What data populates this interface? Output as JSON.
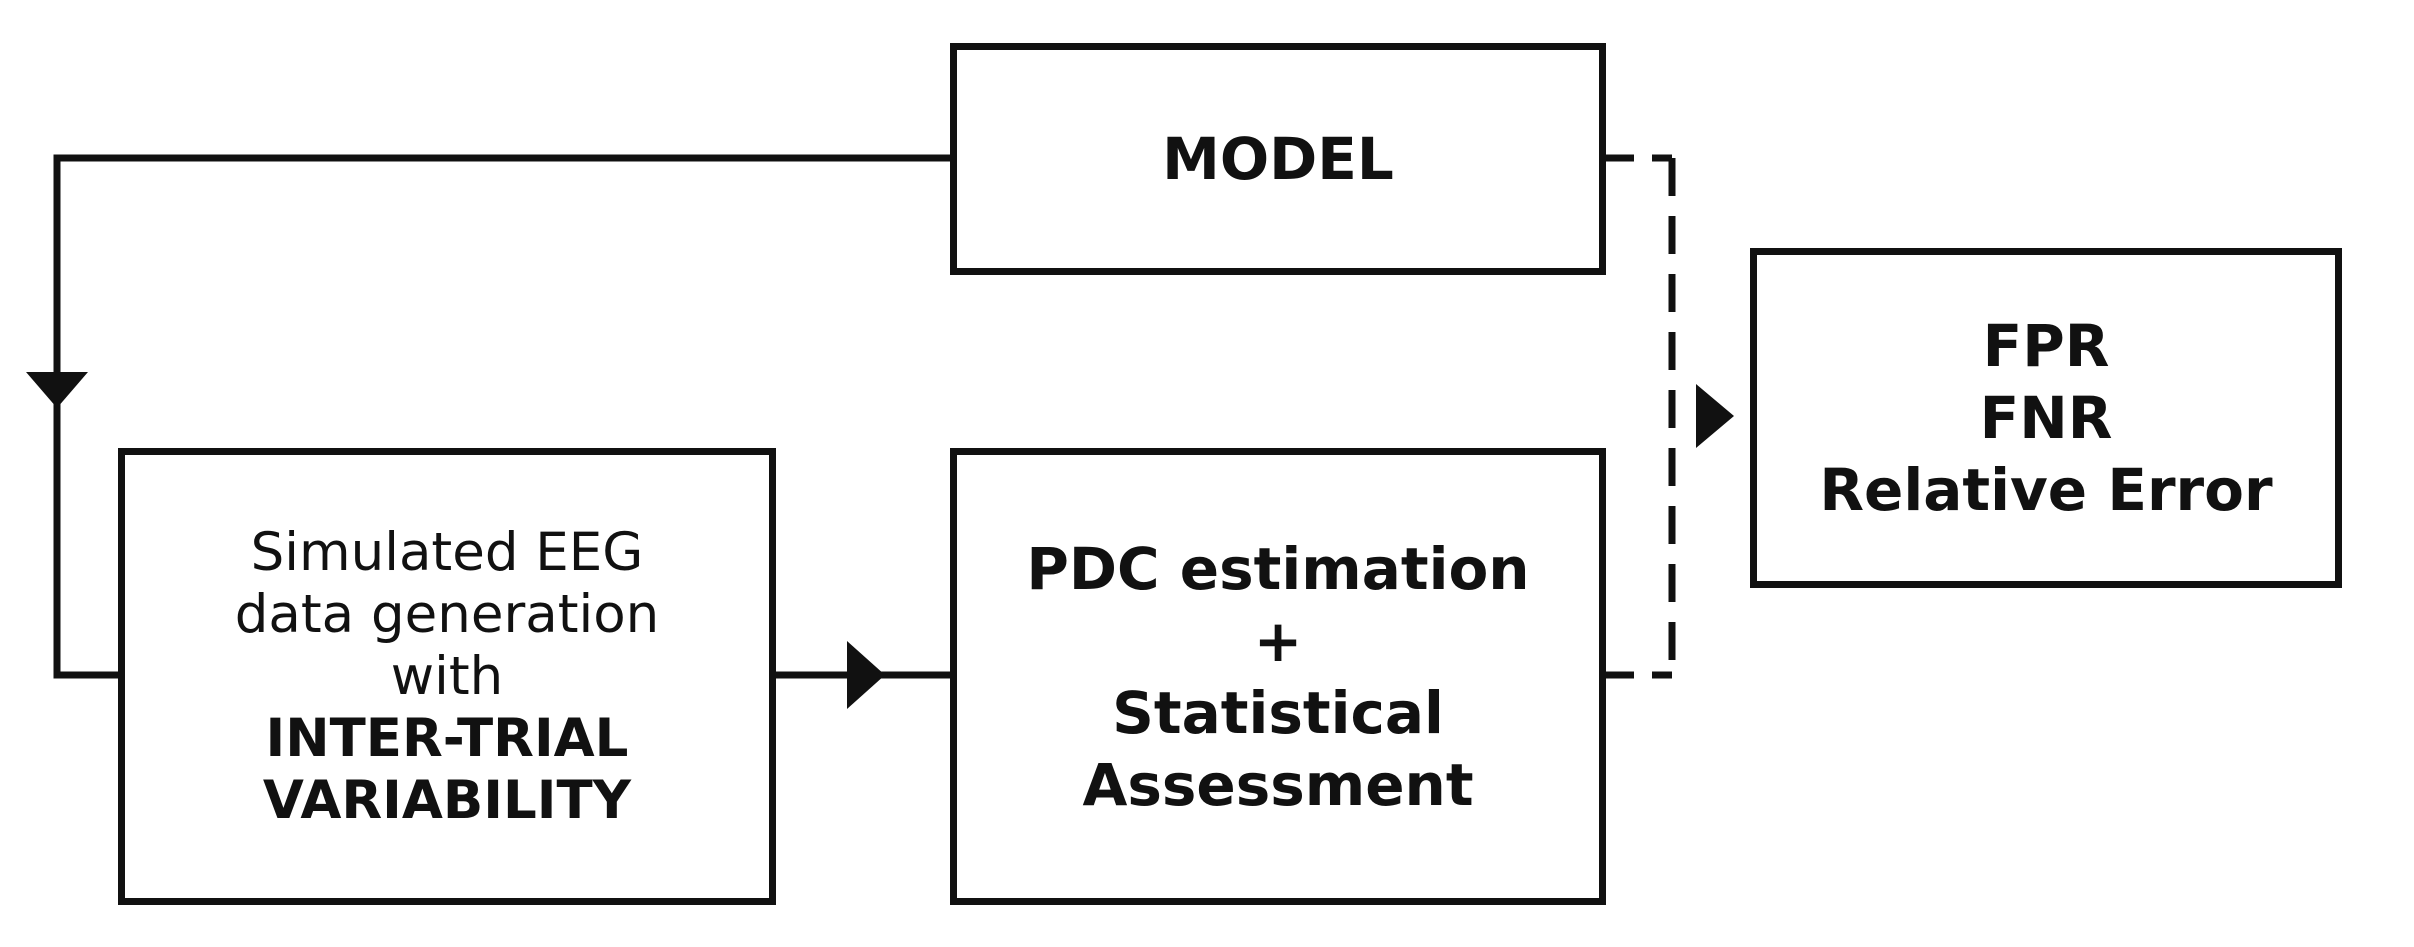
{
  "boxes": {
    "model": {
      "lines": [
        "MODEL"
      ]
    },
    "eeg": {
      "lines_regular": [
        "Simulated EEG",
        "data generation",
        "with"
      ],
      "lines_bold": [
        "INTER-TRIAL",
        "VARIABILITY"
      ]
    },
    "pdc": {
      "lines": [
        "PDC estimation",
        "+",
        "Statistical",
        "Assessment"
      ]
    },
    "metrics": {
      "lines": [
        "FPR",
        "FNR",
        "Relative Error"
      ]
    }
  },
  "colors": {
    "stroke": "#111111",
    "background": "#ffffff"
  }
}
